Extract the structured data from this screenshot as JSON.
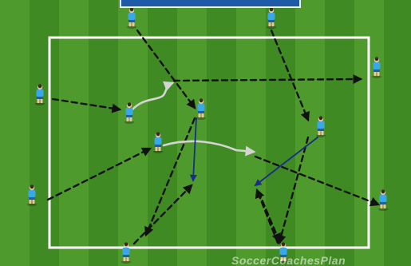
{
  "diagram": {
    "type": "soccer-drill",
    "watermark_text": "SoccerCoachesPlan",
    "colors": {
      "grass_light": "#4f9a2c",
      "grass_dark": "#3f8a22",
      "boundary": "#ffffff",
      "pass_arrow": "#111111",
      "run_arrow": "#d4d4d4",
      "dribble_arrow": "#1a2c8c",
      "player_shirt": "#3aa8e8",
      "player_shorts": "#1f5f9e",
      "banner": "#1e5aa8"
    },
    "players": [
      {
        "id": "p1",
        "role": "server-top-left"
      },
      {
        "id": "p2",
        "role": "server-top-right"
      },
      {
        "id": "p3",
        "role": "server-left"
      },
      {
        "id": "p4",
        "role": "server-right"
      },
      {
        "id": "p5",
        "role": "server-bottom-left"
      },
      {
        "id": "p6",
        "role": "server-bottom-right"
      },
      {
        "id": "p7",
        "role": "server-bottom-center"
      },
      {
        "id": "p8",
        "role": "server-bottom"
      },
      {
        "id": "p9",
        "role": "central-player"
      },
      {
        "id": "p10",
        "role": "central-player"
      },
      {
        "id": "p11",
        "role": "central-player"
      },
      {
        "id": "p12",
        "role": "central-player"
      }
    ],
    "arrows": [
      {
        "id": "a1",
        "kind": "pass"
      },
      {
        "id": "a2",
        "kind": "pass"
      },
      {
        "id": "a3",
        "kind": "pass"
      },
      {
        "id": "a4",
        "kind": "pass"
      },
      {
        "id": "a5",
        "kind": "pass"
      },
      {
        "id": "a6",
        "kind": "pass"
      },
      {
        "id": "a7",
        "kind": "pass"
      },
      {
        "id": "a8",
        "kind": "pass"
      },
      {
        "id": "a9",
        "kind": "pass"
      },
      {
        "id": "a10",
        "kind": "pass"
      },
      {
        "id": "a11",
        "kind": "pass"
      },
      {
        "id": "a12",
        "kind": "run"
      },
      {
        "id": "a13",
        "kind": "run"
      },
      {
        "id": "a14",
        "kind": "dribble"
      },
      {
        "id": "a15",
        "kind": "dribble"
      }
    ]
  }
}
